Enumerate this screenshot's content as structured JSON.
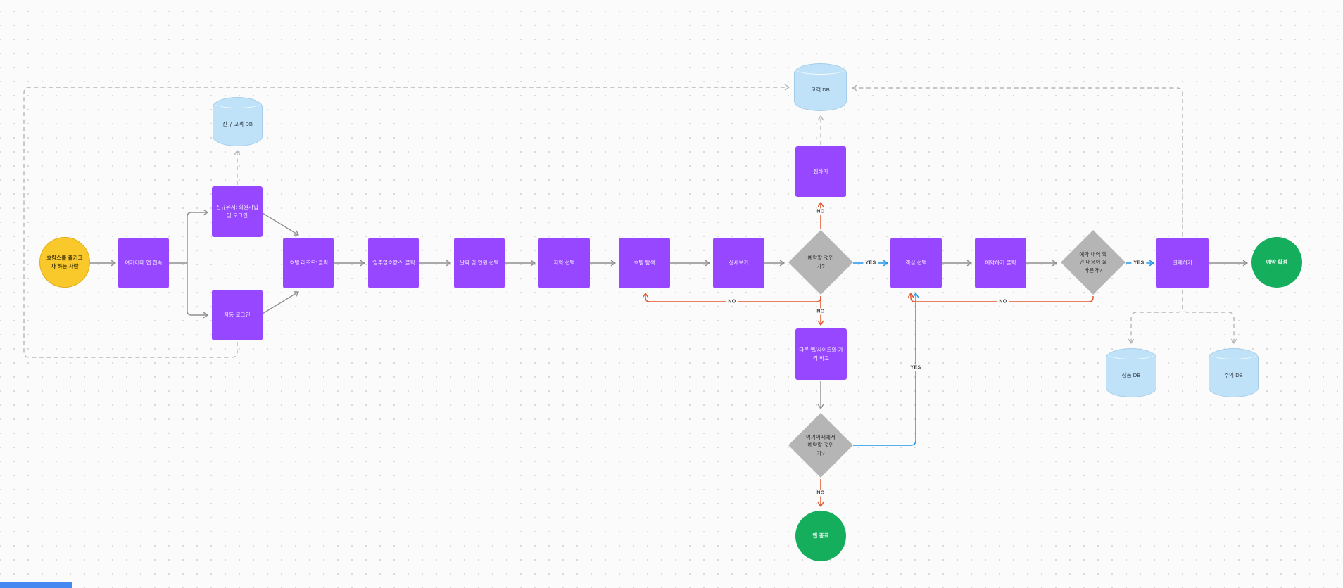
{
  "canvas": {
    "background": "#fbfbfb",
    "dot_color": "#d8d8d8"
  },
  "colors": {
    "process_purple": "#9747FF",
    "start_yellow": "#F9C82A",
    "end_green": "#14AE5C",
    "decision_gray": "#b5b5b6",
    "database_blue": "#BFE2F8",
    "connector_gray": "#8f8f8f",
    "connector_dashed_gray": "#b3b8bd",
    "connector_no_red": "#e2572e",
    "connector_yes_blue": "#1e97ee"
  },
  "labels": {
    "yes": "YES",
    "no": "NO"
  },
  "nodes": {
    "start": {
      "label": "호캉스를 즐기고\n자 하는 사람",
      "type": "start"
    },
    "app_access": {
      "label": "여기어때 앱 접속",
      "type": "process"
    },
    "new_user_signup": {
      "label": "신규유저: 회원가입\n및 로그인",
      "type": "process"
    },
    "auto_login": {
      "label": "자동 로그인",
      "type": "process"
    },
    "new_customer_db": {
      "label": "신규 고객 DB",
      "type": "database"
    },
    "hotel_resort_click": {
      "label": "'호텔.리조트' 클릭",
      "type": "process"
    },
    "week_hocance_click": {
      "label": "'일주일호캉스' 클릭",
      "type": "process"
    },
    "date_people_select": {
      "label": "날짜 및 인원 선택",
      "type": "process"
    },
    "region_select": {
      "label": "지역 선택",
      "type": "process"
    },
    "hotel_search": {
      "label": "호텔 탐색",
      "type": "process"
    },
    "detail_view": {
      "label": "상세보기",
      "type": "process"
    },
    "decision_book": {
      "label": "예약할 것인\n가?",
      "type": "decision"
    },
    "wishlist": {
      "label": "찜하기",
      "type": "process"
    },
    "customer_db": {
      "label": "고객 DB",
      "type": "database"
    },
    "room_select": {
      "label": "객실 선택",
      "type": "process"
    },
    "booking_click": {
      "label": "예약하기 클릭",
      "type": "process"
    },
    "decision_confirm": {
      "label": "예약 내역 확\n인 내용이 올\n바른가?",
      "type": "decision"
    },
    "payment": {
      "label": "결제하기",
      "type": "process"
    },
    "booking_confirmed": {
      "label": "예약 확정",
      "type": "end"
    },
    "compare_prices": {
      "label": "다른 앱/사이트와 가\n격 비교",
      "type": "process"
    },
    "decision_book_here": {
      "label": "여기어때에서\n예약할 것인\n가?",
      "type": "decision"
    },
    "app_exit": {
      "label": "앱 종료",
      "type": "end"
    },
    "product_db": {
      "label": "상품 DB",
      "type": "database"
    },
    "revenue_db": {
      "label": "수익 DB",
      "type": "database"
    }
  }
}
